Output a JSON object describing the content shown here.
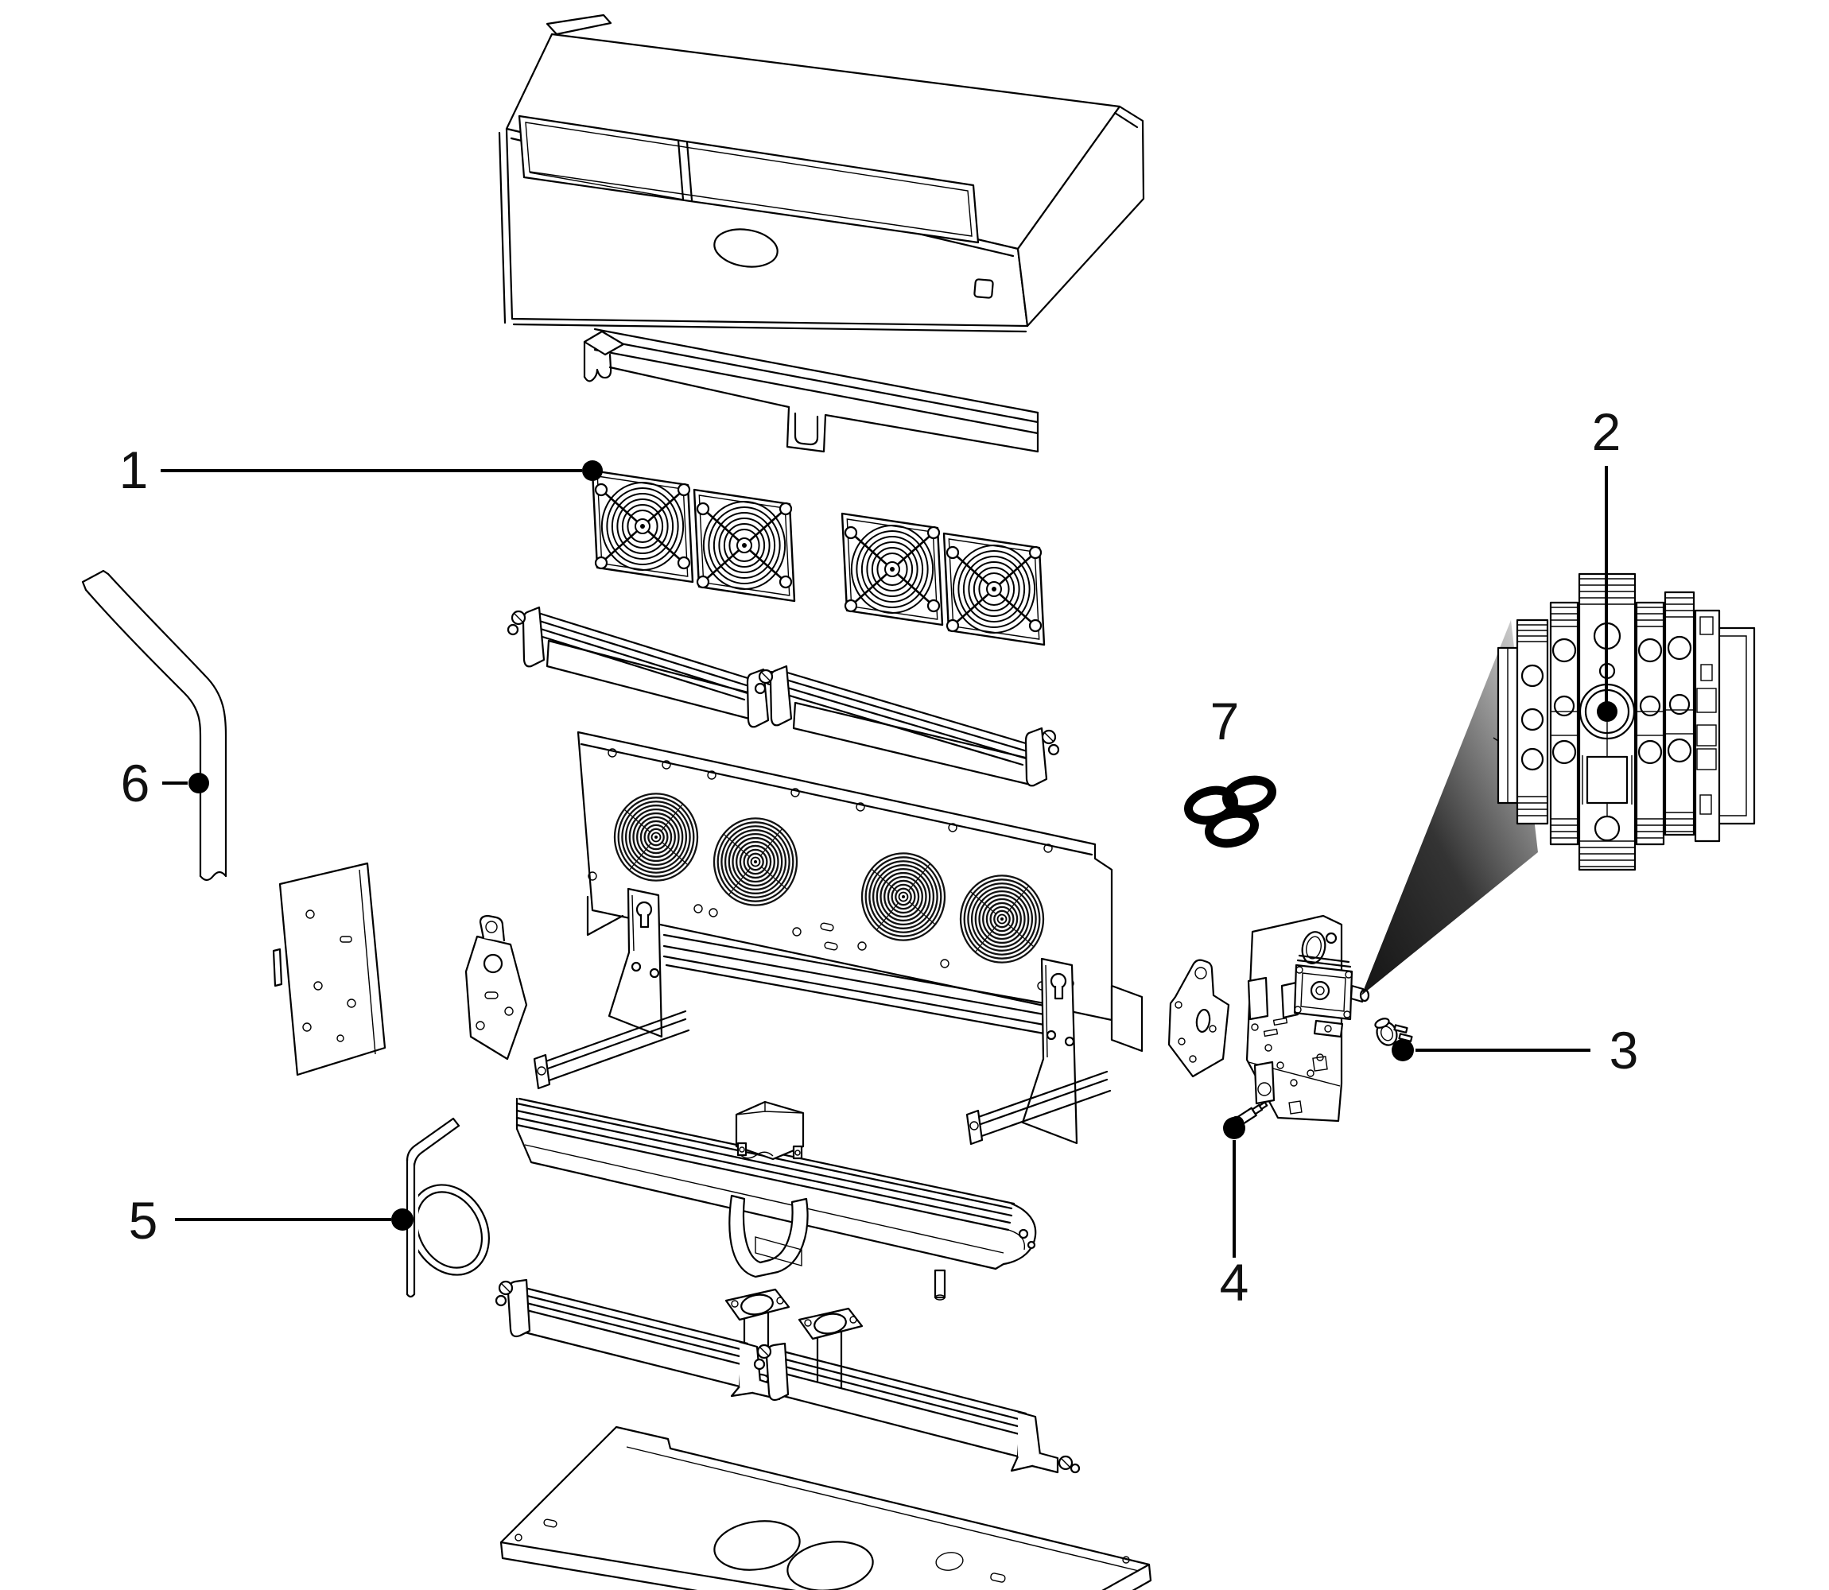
{
  "figure": {
    "type": "exploded-parts-diagram",
    "background": "#ffffff",
    "line_color": "#000000",
    "callout_color": "#111111",
    "callouts": [
      {
        "number": "1",
        "part": "fan-grille-assembly"
      },
      {
        "number": "2",
        "part": "valve-assembly-detail"
      },
      {
        "number": "3",
        "part": "sensor-fitting"
      },
      {
        "number": "4",
        "part": "probe-screw"
      },
      {
        "number": "5",
        "part": "capillary-loop-tube"
      },
      {
        "number": "6",
        "part": "bent-drain-tube"
      },
      {
        "number": "7",
        "part": "o-ring-seals"
      }
    ]
  }
}
